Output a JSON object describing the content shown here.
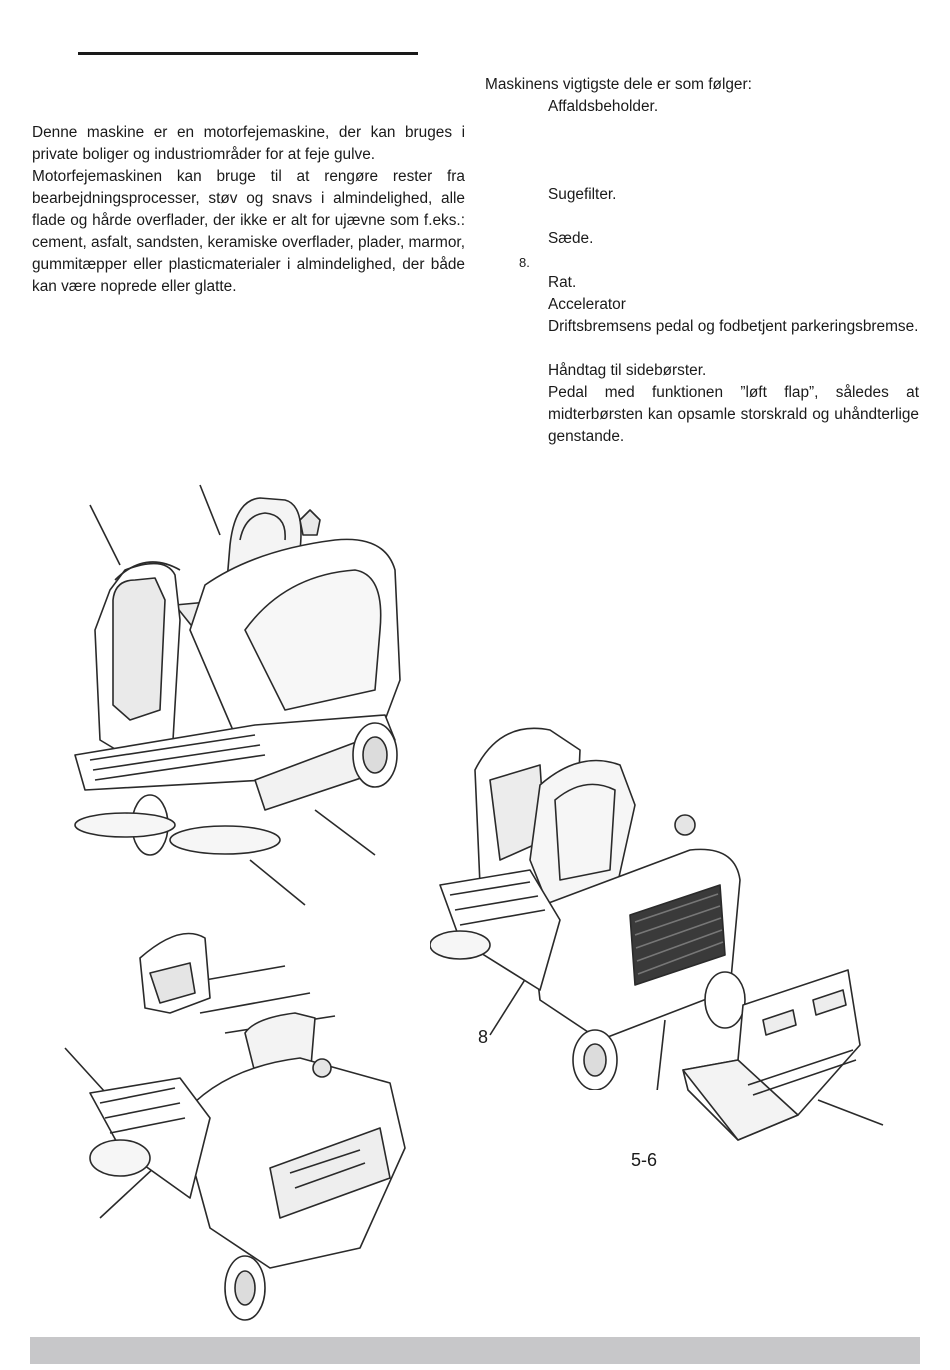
{
  "intro": {
    "paragraphs": [
      "Denne maskine er en motorfejemaskine, der kan bruges i private boliger og industriområder for at feje gulve.",
      "Motorfejemaskinen kan bruge til at rengøre rester fra bearbejdningsprocesser, støv og snavs i almindelighed, alle flade og hårde overflader, der ikke er alt for ujævne som f.eks.: cement, asfalt, sandsten, keramiske overflader, plader, marmor, gummitæpper eller plasticmaterialer i almindelighed, der både kan være noprede eller glatte."
    ]
  },
  "parts": {
    "title": "Maskinens vigtigste dele er som følger:",
    "items": [
      "Affaldsbeholder.",
      "Sugefilter.",
      "Sæde.",
      "Rat.",
      "Accelerator",
      "Driftsbremsens pedal og fodbetjent parkeringsbremse.",
      "Håndtag til sidebørster.",
      "Pedal med funktionen ”løft flap”, således at midterbørsten kan opsamle storskrald og uhåndterlige genstande."
    ],
    "numbers": [
      "8."
    ]
  },
  "figure_labels": {
    "a": "8",
    "b": "5-6"
  },
  "colors": {
    "text": "#1a1a1a",
    "footer_bar": "#c7c7c9"
  }
}
